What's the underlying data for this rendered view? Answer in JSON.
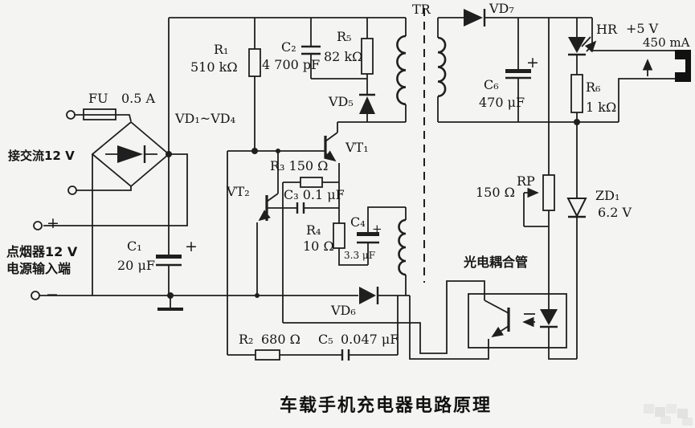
{
  "title": "车载手机充电器电路原理",
  "annotations": {
    "ac_input": "接交流12 V",
    "dc_input_line1": "点烟器12 V",
    "dc_input_line2": "电源输入端",
    "optocoupler": "光电耦合管",
    "plus_terminal": "+",
    "minus_terminal": "−",
    "c1_plus": "+",
    "c4_plus": "+",
    "c6_plus": "+"
  },
  "components": {
    "fu": {
      "ref": "FU",
      "value": "0.5 A"
    },
    "bridge": {
      "ref": "VD₁~VD₄"
    },
    "c1": {
      "ref": "C₁",
      "value": "20 μF"
    },
    "r1": {
      "ref": "R₁",
      "value": "510 kΩ"
    },
    "c2": {
      "ref": "C₂",
      "value": "4 700 pF"
    },
    "r5": {
      "ref": "R₅",
      "value": "82 kΩ"
    },
    "vd5": {
      "ref": "VD₅"
    },
    "vt1": {
      "ref": "VT₁"
    },
    "vt2": {
      "ref": "VT₂"
    },
    "r3": {
      "ref": "R₃ 150 Ω"
    },
    "c3": {
      "ref": "C₃ 0.1  μF"
    },
    "r4": {
      "ref": "R₄",
      "value": "10 Ω"
    },
    "c4": {
      "ref": "C₄",
      "value": "3.3 μF"
    },
    "vd6": {
      "ref": "VD₆"
    },
    "r2": {
      "ref": "R₂",
      "value": "680 Ω"
    },
    "c5": {
      "ref": "C₅",
      "value": "0.047 μF"
    },
    "tr": {
      "ref": "TR"
    },
    "vd7": {
      "ref": "VD₇"
    },
    "c6": {
      "ref": "C₆",
      "value": "470 μF"
    },
    "hr": {
      "ref": "HR"
    },
    "r6": {
      "ref": "R₆",
      "value": "1 kΩ"
    },
    "rp": {
      "ref": "RP",
      "value": "150 Ω"
    },
    "zd1": {
      "ref": "ZD₁",
      "value": "6.2 V"
    },
    "output": {
      "voltage": "+5 V",
      "current": "450 mA"
    }
  }
}
